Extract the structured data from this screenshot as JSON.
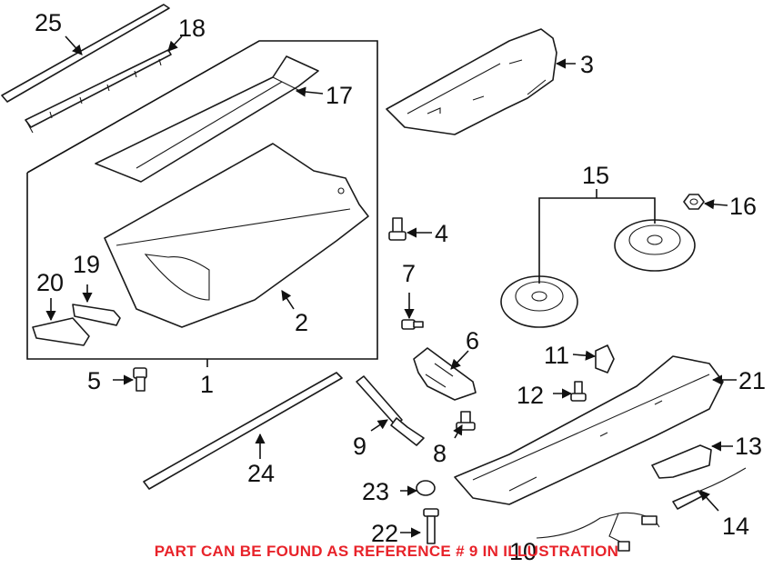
{
  "callouts": {
    "c1": "1",
    "c2": "2",
    "c3": "3",
    "c4": "4",
    "c5": "5",
    "c6": "6",
    "c7": "7",
    "c8": "8",
    "c9": "9",
    "c10": "10",
    "c11": "11",
    "c12": "12",
    "c13": "13",
    "c14": "14",
    "c15": "15",
    "c16": "16",
    "c17": "17",
    "c18": "18",
    "c19": "19",
    "c20": "20",
    "c21": "21",
    "c22": "22",
    "c23": "23",
    "c24": "24",
    "c25": "25"
  },
  "banner": "PART CAN BE FOUND AS REFERENCE # 9 IN ILLUSTRATION",
  "colors": {
    "line": "#1a1a1a",
    "banner": "#e8232a",
    "background": "#ffffff"
  }
}
